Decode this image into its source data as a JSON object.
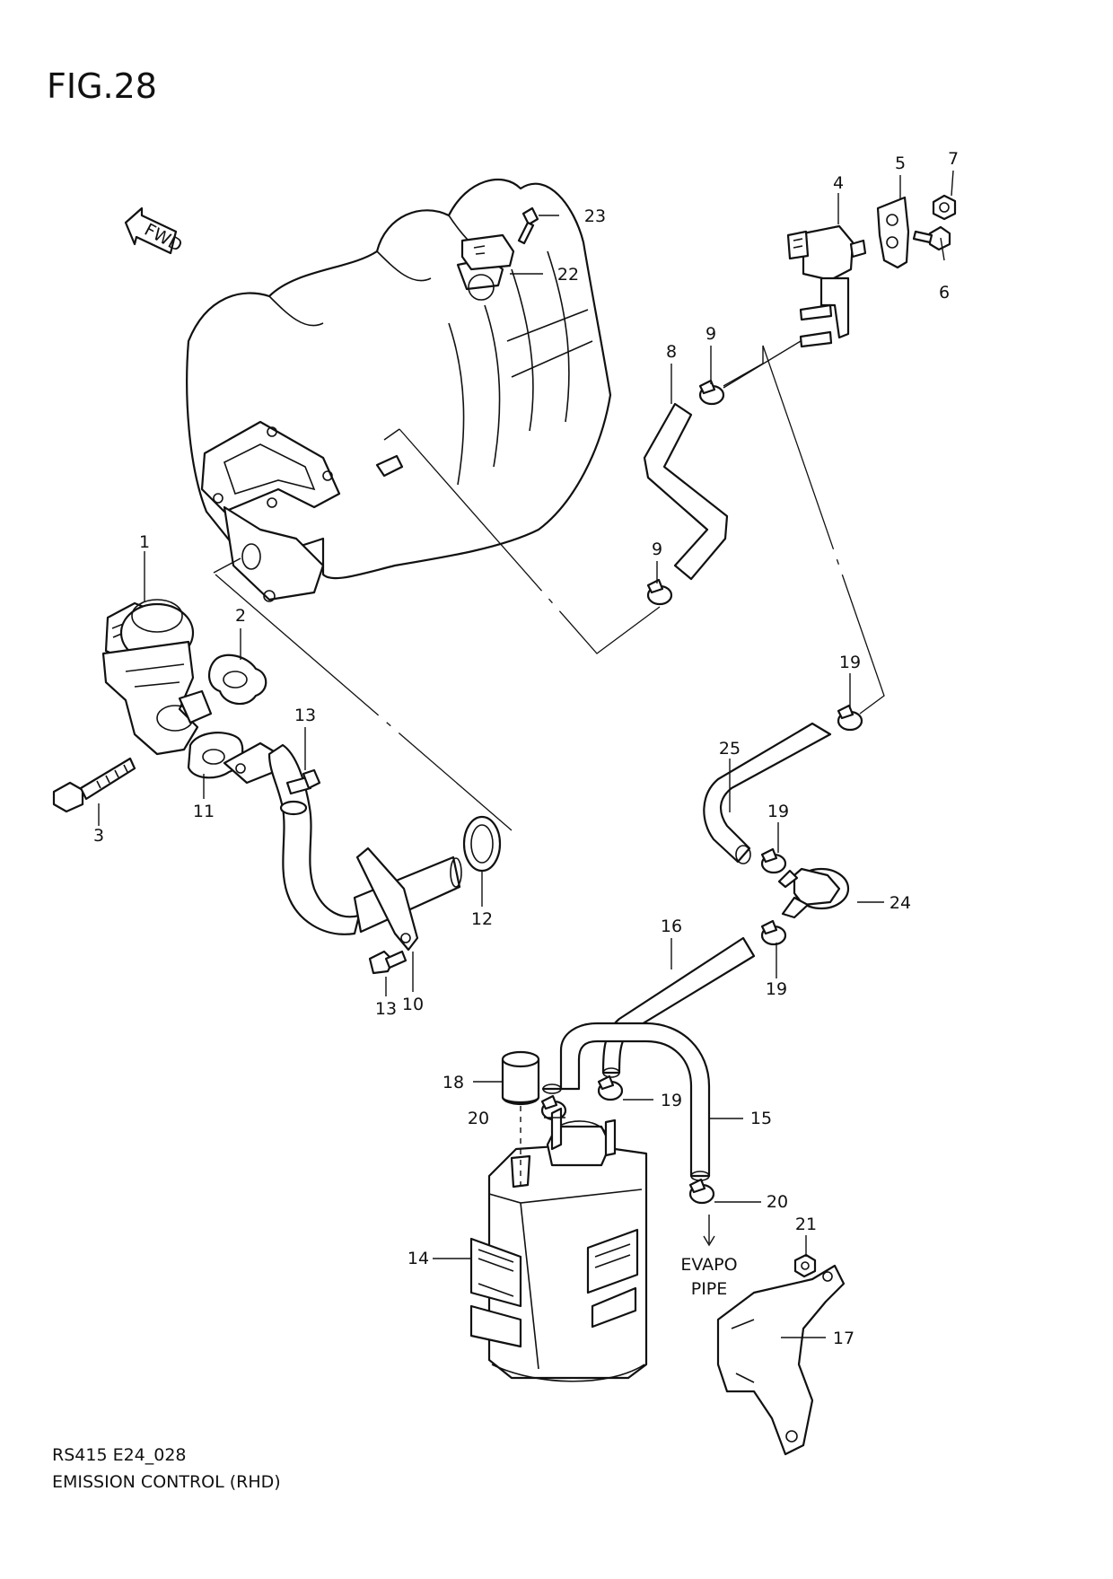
{
  "figure": {
    "title": "FIG.28",
    "code": "RS415 E24_028",
    "caption": "EMISSION CONTROL (RHD)"
  },
  "direction_marker": "FWD",
  "note_evapo": [
    "EVAPO",
    "PIPE"
  ],
  "callouts": {
    "c1": "1",
    "c2": "2",
    "c3": "3",
    "c4": "4",
    "c5": "5",
    "c6": "6",
    "c7": "7",
    "c8": "8",
    "c9a": "9",
    "c9b": "9",
    "c10": "10",
    "c11": "11",
    "c12": "12",
    "c13a": "13",
    "c13b": "13",
    "c14": "14",
    "c15": "15",
    "c16": "16",
    "c17": "17",
    "c18": "18",
    "c19a": "19",
    "c19b": "19",
    "c19c": "19",
    "c19d": "19",
    "c20a": "20",
    "c20b": "20",
    "c21": "21",
    "c22": "22",
    "c23": "23",
    "c24": "24",
    "c25": "25"
  }
}
